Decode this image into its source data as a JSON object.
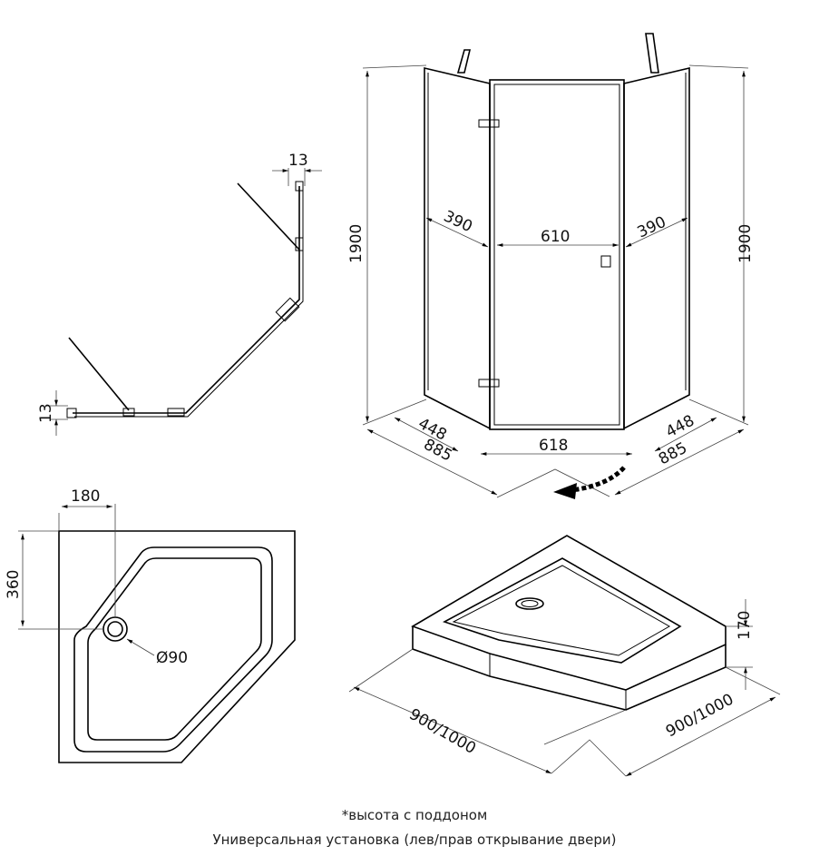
{
  "plan_view": {
    "dim_top": "13",
    "dim_left": "13"
  },
  "front_view": {
    "height_left": "1900",
    "height_right": "1900",
    "side_left": "390",
    "door_width": "610",
    "side_right": "390",
    "depth_left": "448",
    "depth_right": "448",
    "bottom_width": "618",
    "total_left": "885",
    "total_right": "885"
  },
  "tray_plan": {
    "offset_x": "180",
    "offset_y": "360",
    "drain_diameter": "Ø90"
  },
  "tray_iso": {
    "height": "170",
    "size_left": "900/1000",
    "size_right": "900/1000"
  },
  "notes": {
    "line1": "*высота с поддоном",
    "line2": "Универсальная установка (лев/прав открывание двери)"
  }
}
